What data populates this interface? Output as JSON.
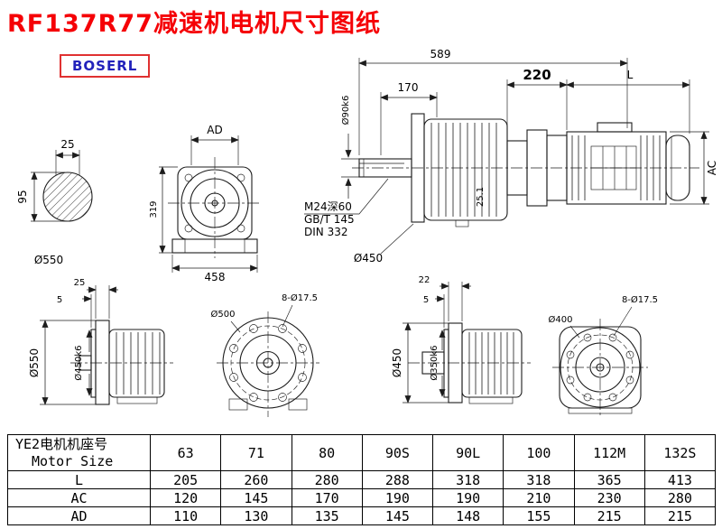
{
  "page": {
    "title": "RF137R77减速机电机尺寸图纸",
    "logo": "BOSERL"
  },
  "colors": {
    "title_red": "#f50006",
    "logo_text_blue": "#2222bb",
    "logo_border_red": "#e03131"
  },
  "views": {
    "shaft_section": {
      "dim_top": "25",
      "dim_left": "95",
      "label": "Ø550"
    },
    "gearbox_front": {
      "dim_top": "AD",
      "dim_left": "319",
      "dim_bottom": "458"
    },
    "main": {
      "dim_overall": "589",
      "dim_shaft_len": "170",
      "shaft_dia": "Ø90k6",
      "note1": "M24深60",
      "note2": "GB/T 145",
      "note3": "DIN 332",
      "flange_dia": "Ø450",
      "key_height": "25.1",
      "dim_adapter": "220",
      "dim_motor_len": "L",
      "dim_motor_dia": "AC"
    },
    "output_side_large": {
      "dim_flange_w": "25",
      "dim_spigot_w": "5",
      "outer_dia": "Ø550",
      "spigot_dia": "Ø450k6"
    },
    "flange_face_large": {
      "holes": "8-Ø17.5",
      "dia": "Ø500"
    },
    "output_side_small": {
      "dim_flange_w": "22",
      "dim_spigot_w": "5",
      "outer_dia": "Ø450",
      "spigot_dia": "Ø350k6"
    },
    "flange_face_small": {
      "holes": "8-Ø17.5",
      "dia": "Ø400"
    }
  },
  "table": {
    "header_line1": "YE2电机机座号",
    "header_line2": "Motor Size",
    "sizes": [
      "63",
      "71",
      "80",
      "90S",
      "90L",
      "100",
      "112M",
      "132S"
    ],
    "rows": [
      {
        "label": "L",
        "values": [
          "205",
          "260",
          "280",
          "288",
          "318",
          "318",
          "365",
          "413"
        ]
      },
      {
        "label": "AC",
        "values": [
          "120",
          "145",
          "170",
          "190",
          "190",
          "210",
          "230",
          "280"
        ]
      },
      {
        "label": "AD",
        "values": [
          "110",
          "130",
          "135",
          "145",
          "148",
          "155",
          "215",
          "215"
        ]
      }
    ]
  }
}
